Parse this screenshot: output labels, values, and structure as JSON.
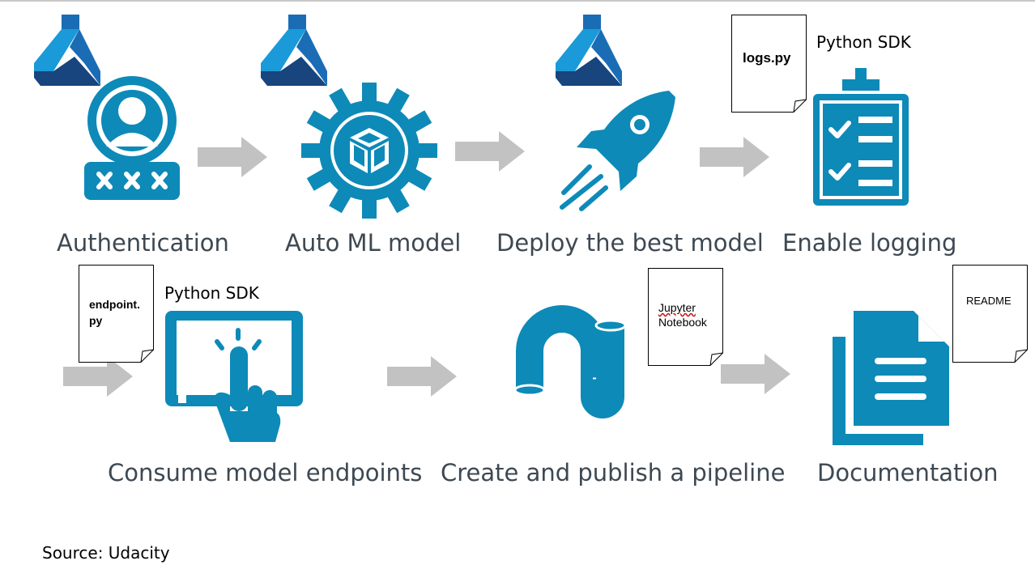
{
  "steps": [
    {
      "label": "Authentication",
      "icon": "user-credentials-icon"
    },
    {
      "label": "Auto ML model",
      "icon": "gear-box-icon"
    },
    {
      "label": "Deploy the best model",
      "icon": "rocket-icon"
    },
    {
      "label": "Enable logging",
      "icon": "clipboard-checklist-icon"
    },
    {
      "label": "Consume model endpoints",
      "icon": "tablet-touch-icon"
    },
    {
      "label": "Create and publish a pipeline",
      "icon": "pipe-icon"
    },
    {
      "label": "Documentation",
      "icon": "documents-icon"
    }
  ],
  "notes": {
    "logs": "logs.py",
    "endpoint_line1": "endpoint.",
    "endpoint_line2": "py",
    "jupyter_line1": "Jupyter",
    "jupyter_line2": "Notebook",
    "readme": "README"
  },
  "sdk_labels": {
    "logging": "Python SDK",
    "endpoints": "Python SDK"
  },
  "source": "Source: Udacity",
  "colors": {
    "icon_blue": "#0d8ab8",
    "arrow_gray": "#c2c2c2",
    "label_gray": "#3d4852",
    "azure_light": "#1a9ad8",
    "azure_mid": "#1a6db5",
    "azure_dark": "#18457e"
  }
}
